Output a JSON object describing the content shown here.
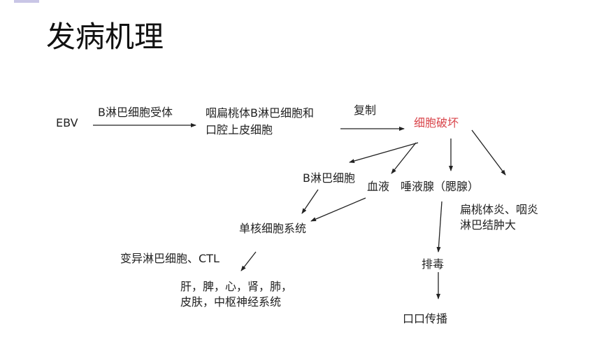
{
  "title": "发病机理",
  "colors": {
    "highlight": "#d9454b",
    "text": "#222222"
  },
  "nodes": {
    "ebv": "EBV",
    "receptor_label": "B淋巴细胞受体",
    "target_cells_line1": "咽扁桃体B淋巴细胞和",
    "target_cells_line2": "口腔上皮细胞",
    "replicate_label": "复制",
    "cell_destruction": "细胞破坏",
    "b_lymphocyte": "B淋巴细胞",
    "blood": "血液",
    "salivary_gland": "唾液腺（腮腺）",
    "symptoms_line1": "扁桃体炎、咽炎",
    "symptoms_line2": "淋巴结肿大",
    "mononuclear_system": "单核细胞系统",
    "atypical_lymphocytes": "变异淋巴细胞、CTL",
    "organs_line1": "肝，脾，心，肾，肺，",
    "organs_line2": "皮肤，中枢神经系统",
    "shedding": "排毒",
    "oral_transmission": "口口传播"
  }
}
